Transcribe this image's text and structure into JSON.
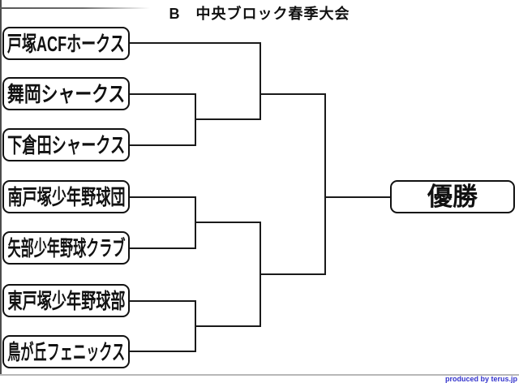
{
  "title": "B　中央ブロック春季大会",
  "teams": [
    {
      "name": "戸塚ACFホークス"
    },
    {
      "name": "舞岡シャークス"
    },
    {
      "name": "下倉田シャークス"
    },
    {
      "name": "南戸塚少年野球団"
    },
    {
      "name": "矢部少年野球クラブ"
    },
    {
      "name": "東戸塚少年野球部"
    },
    {
      "name": "鳥が丘フェニックス"
    }
  ],
  "champion_label": "優勝",
  "footer": {
    "credit": "produced by terus.jp",
    "color": "#3333cc"
  },
  "colors": {
    "line": "#1a1a1a",
    "box_border": "#111111",
    "background": "#ffffff"
  },
  "bracket": {
    "round1_matches": [
      [
        "舞岡シャークス",
        "下倉田シャークス"
      ],
      [
        "南戸塚少年野球団",
        "矢部少年野球クラブ"
      ],
      [
        "東戸塚少年野球部",
        "鳥が丘フェニックス"
      ]
    ],
    "round2_entries": [
      "戸塚ACFホークス (bye)"
    ]
  }
}
